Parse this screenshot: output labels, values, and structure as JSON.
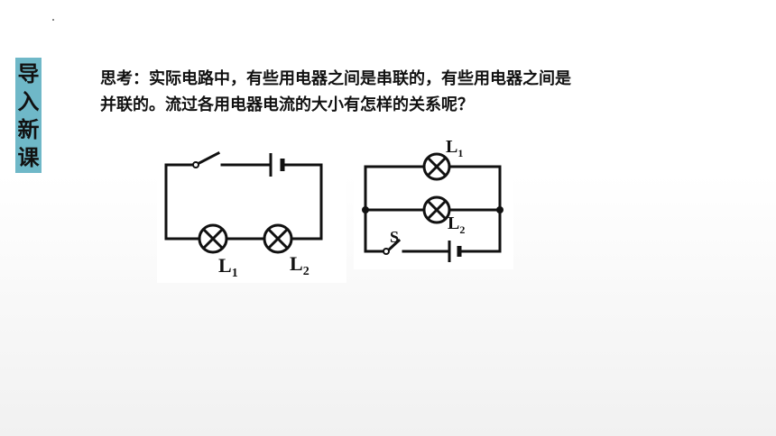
{
  "sidebar": {
    "chars": [
      "导",
      "入",
      "新",
      "课"
    ]
  },
  "question": {
    "line1": "思考：实际电路中，有些用电器之间是串联的，有些用电器之间是",
    "line2": "并联的。流过各用电器电流的大小有怎样的关系呢？"
  },
  "series_circuit": {
    "lamp1": {
      "letter": "L",
      "sub": "1"
    },
    "lamp2": {
      "letter": "L",
      "sub": "2"
    }
  },
  "parallel_circuit": {
    "lamp1": {
      "letter": "L",
      "sub": "1"
    },
    "lamp2": {
      "letter": "L",
      "sub": "2"
    },
    "switch_label": "S"
  }
}
